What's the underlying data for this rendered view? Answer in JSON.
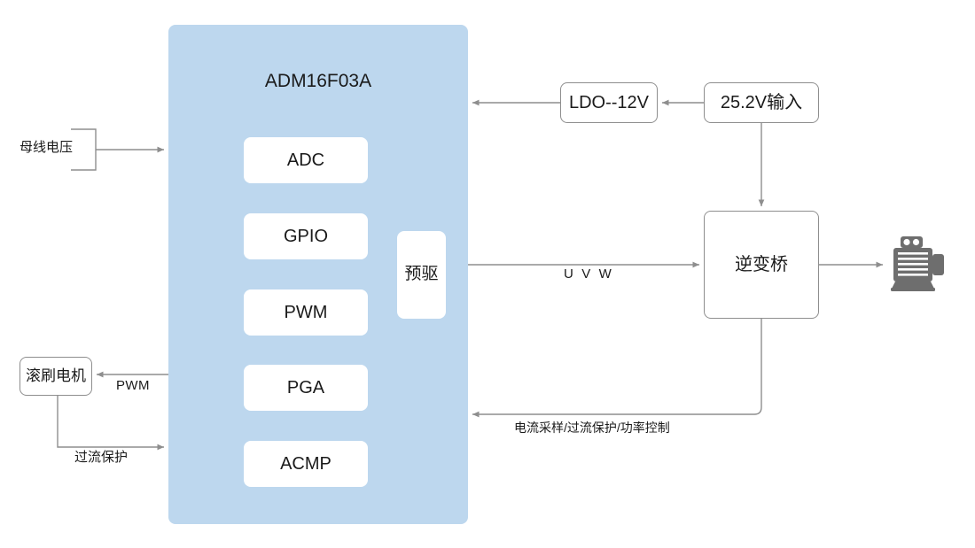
{
  "diagram": {
    "title": "ADM16F03A Motor Control Block Diagram",
    "colors": {
      "mcu_fill": "#bdd7ee",
      "block_fill": "#ffffff",
      "line": "#8e8e8e",
      "text": "#1a1a1a",
      "motor_icon": "#6e6e6e"
    }
  },
  "mcu": {
    "name": "ADM16F03A",
    "peripherals": [
      {
        "id": "adc",
        "label": "ADC"
      },
      {
        "id": "gpio",
        "label": "GPIO"
      },
      {
        "id": "pwm",
        "label": "PWM"
      },
      {
        "id": "pga",
        "label": "PGA"
      },
      {
        "id": "acmp",
        "label": "ACMP"
      }
    ],
    "predrive": {
      "id": "predrive",
      "label": "预驱"
    }
  },
  "external_blocks": [
    {
      "id": "ldo",
      "label": "LDO--12V"
    },
    {
      "id": "supply",
      "label": "25.2V输入"
    },
    {
      "id": "bridge",
      "label": "逆变桥"
    },
    {
      "id": "rollerbrush",
      "label": "滚刷电机"
    }
  ],
  "icons": {
    "motor": "motor-icon"
  },
  "signal_labels": {
    "bus_voltage": "母线电压",
    "pwm": "PWM",
    "over_current_protection": "过流保护",
    "uvw": "U V W",
    "feedback": "电流采样/过流保护/功率控制"
  }
}
